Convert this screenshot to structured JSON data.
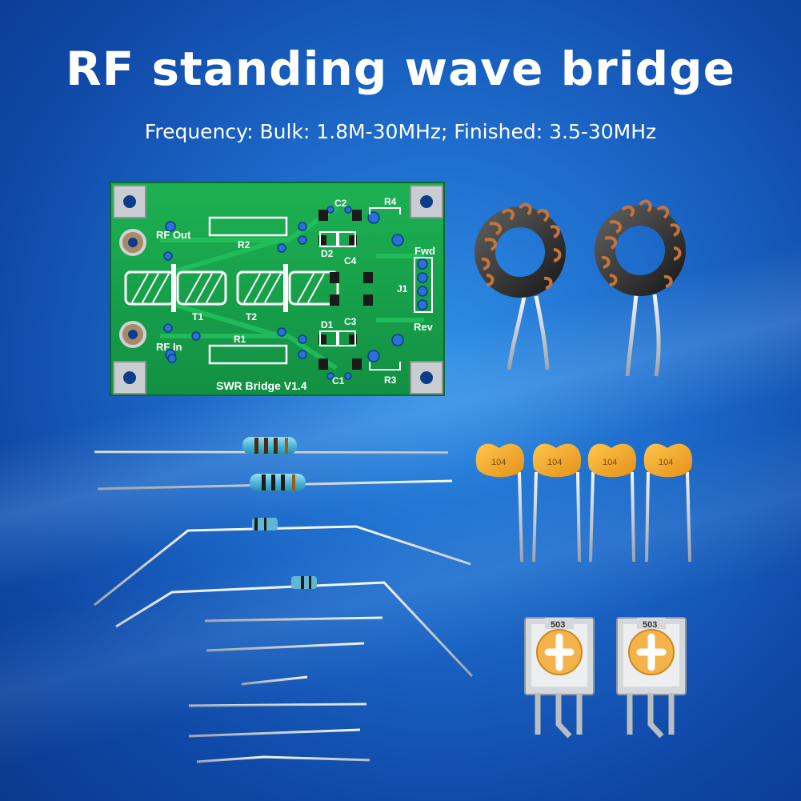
{
  "title": "RF standing wave bridge",
  "subtitle": "Frequency: Bulk: 1.8M-30MHz; Finished: 3.5-30MHz",
  "pcb": {
    "board_label": "SWR Bridge V1.4",
    "rf_out": "RF Out",
    "rf_in": "RF In",
    "fwd": "Fwd",
    "rev": "Rev",
    "refs": {
      "r1": "R1",
      "r2": "R2",
      "r3": "R3",
      "r4": "R4",
      "c1": "C1",
      "c2": "C2",
      "c3": "C3",
      "c4": "C4",
      "d1": "D1",
      "d2": "D2",
      "t1": "T1",
      "t2": "T2",
      "j1": "J1"
    }
  },
  "capacitors": {
    "code": "104"
  },
  "trimmers": {
    "code": "503"
  },
  "colors": {
    "pcb_green": "#17a04a",
    "background": "#1c68c8",
    "copper_wire": "#b8652a",
    "ceramic_cap": "#f2a81e"
  }
}
